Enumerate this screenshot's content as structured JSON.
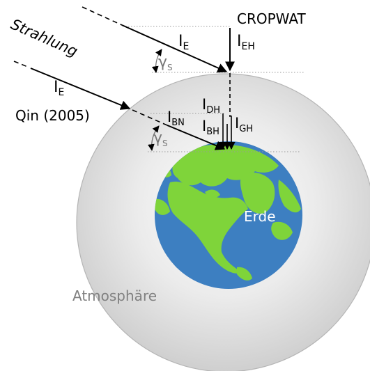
{
  "labels": {
    "strahlung": "Strahlung",
    "cropwat": "CROPWAT",
    "qin": "Qin (2005)",
    "erde": "Erde",
    "atmosphaere": "Atmosphäre"
  },
  "symbols": {
    "I_E_upper": {
      "base": "I",
      "sub": "E"
    },
    "I_EH": {
      "base": "I",
      "sub": "EH"
    },
    "gamma_upper": {
      "base": "γ",
      "sub": "S"
    },
    "I_E_lower": {
      "base": "I",
      "sub": "E"
    },
    "I_DH": {
      "base": "I",
      "sub": "DH"
    },
    "I_BN": {
      "base": "I",
      "sub": "BN"
    },
    "I_BH": {
      "base": "I",
      "sub": "BH"
    },
    "I_GH": {
      "base": "I",
      "sub": "GH"
    },
    "gamma_lower": {
      "base": "γ",
      "sub": "S"
    }
  },
  "colors": {
    "atmosphere": "#dcdcdc",
    "atmosphere_edge": "#b0b0b0",
    "ocean": "#3d7fc1",
    "land": "#7fd43a",
    "arrow": "#000000",
    "guide": "#999999",
    "angle": "#777777",
    "atmosphere_label": "#808080",
    "earth_label": "#ffffff"
  }
}
